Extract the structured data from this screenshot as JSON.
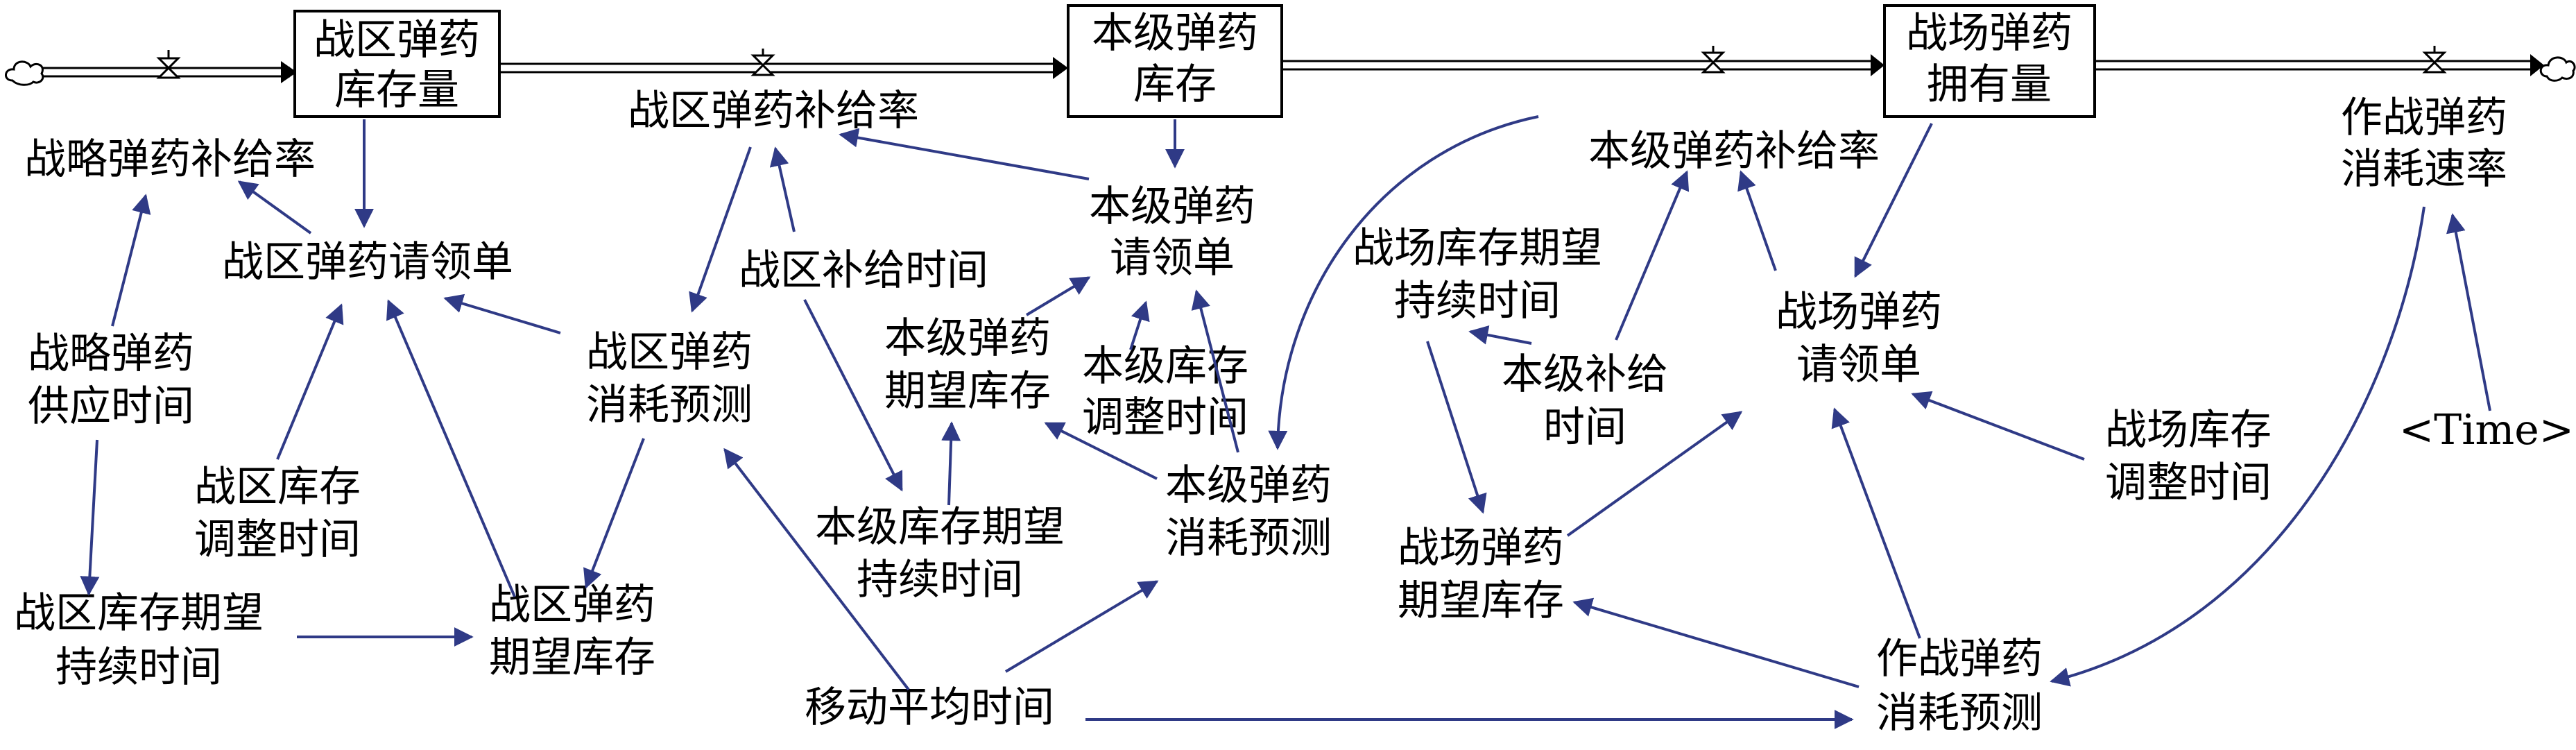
{
  "stocks": {
    "theater_inventory": [
      "战区弹药",
      "库存量"
    ],
    "level_inventory": [
      "本级弹药",
      "库存"
    ],
    "battlefield_holding": [
      "战场弹药",
      "拥有量"
    ]
  },
  "variables": {
    "strategic_supply_rate": [
      "战略弹药补给率"
    ],
    "theater_supply_rate": [
      "战区弹药补给率"
    ],
    "level_supply_rate": [
      "本级弹药补给率"
    ],
    "combat_consumption_rate": [
      "作战弹药",
      "消耗速率"
    ],
    "theater_requisition": [
      "战区弹药请领单"
    ],
    "level_requisition": [
      "本级弹药",
      "请领单"
    ],
    "battlefield_requisition": [
      "战场弹药",
      "请领单"
    ],
    "theater_supply_time": [
      "战区补给时间"
    ],
    "strategic_supply_time": [
      "战略弹药",
      "供应时间"
    ],
    "theater_consumption_forecast": [
      "战区弹药",
      "消耗预测"
    ],
    "level_expected_inventory": [
      "本级弹药",
      "期望库存"
    ],
    "level_inventory_adjust_time": [
      "本级库存",
      "调整时间"
    ],
    "battlefield_expected_duration": [
      "战场库存期望",
      "持续时间"
    ],
    "level_supply_time": [
      "本级补给",
      "时间"
    ],
    "theater_inventory_adjust_time": [
      "战区库存",
      "调整时间"
    ],
    "level_expected_duration": [
      "本级库存期望",
      "持续时间"
    ],
    "level_consumption_forecast": [
      "本级弹药",
      "消耗预测"
    ],
    "battlefield_inventory_adjust_time": [
      "战场库存",
      "调整时间"
    ],
    "time": [
      "<Time>"
    ],
    "theater_expected_duration": [
      "战区库存期望",
      "持续时间"
    ],
    "theater_expected_inventory": [
      "战区弹药",
      "期望库存"
    ],
    "battlefield_expected_inventory": [
      "战场弹药",
      "期望库存"
    ],
    "moving_average_time": [
      "移动平均时间"
    ],
    "combat_consumption_forecast": [
      "作战弹药",
      "消耗预测"
    ]
  },
  "colors": {
    "link": "#2f3a86",
    "flow": "#000000"
  }
}
